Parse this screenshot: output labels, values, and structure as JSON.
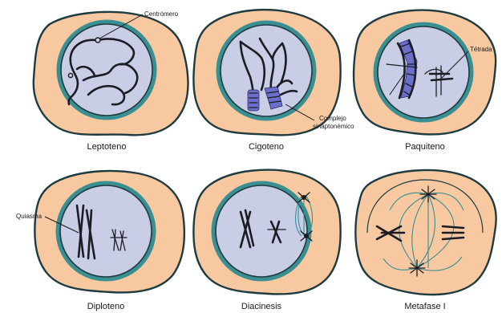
{
  "stages": [
    {
      "name": "Leptoteno"
    },
    {
      "name": "Cigoteno"
    },
    {
      "name": "Paquiteno"
    },
    {
      "name": "Diploteno"
    },
    {
      "name": "Diacinesis"
    },
    {
      "name": "Metafase I"
    }
  ],
  "annotations": {
    "centromero": "Centrómero",
    "complejo_1": "Complejo",
    "complejo_2": "sinaptonémico",
    "tetrada": "Tétrada",
    "quiasma": "Quiasma"
  },
  "colors": {
    "cytoplasm": "#f8c9a0",
    "nuclear_envelope": "#3a8f92",
    "nucleus": "#c9cde6",
    "chromosome": "#1c1c24",
    "synaptonemal_complex": "#6b6fc7"
  }
}
